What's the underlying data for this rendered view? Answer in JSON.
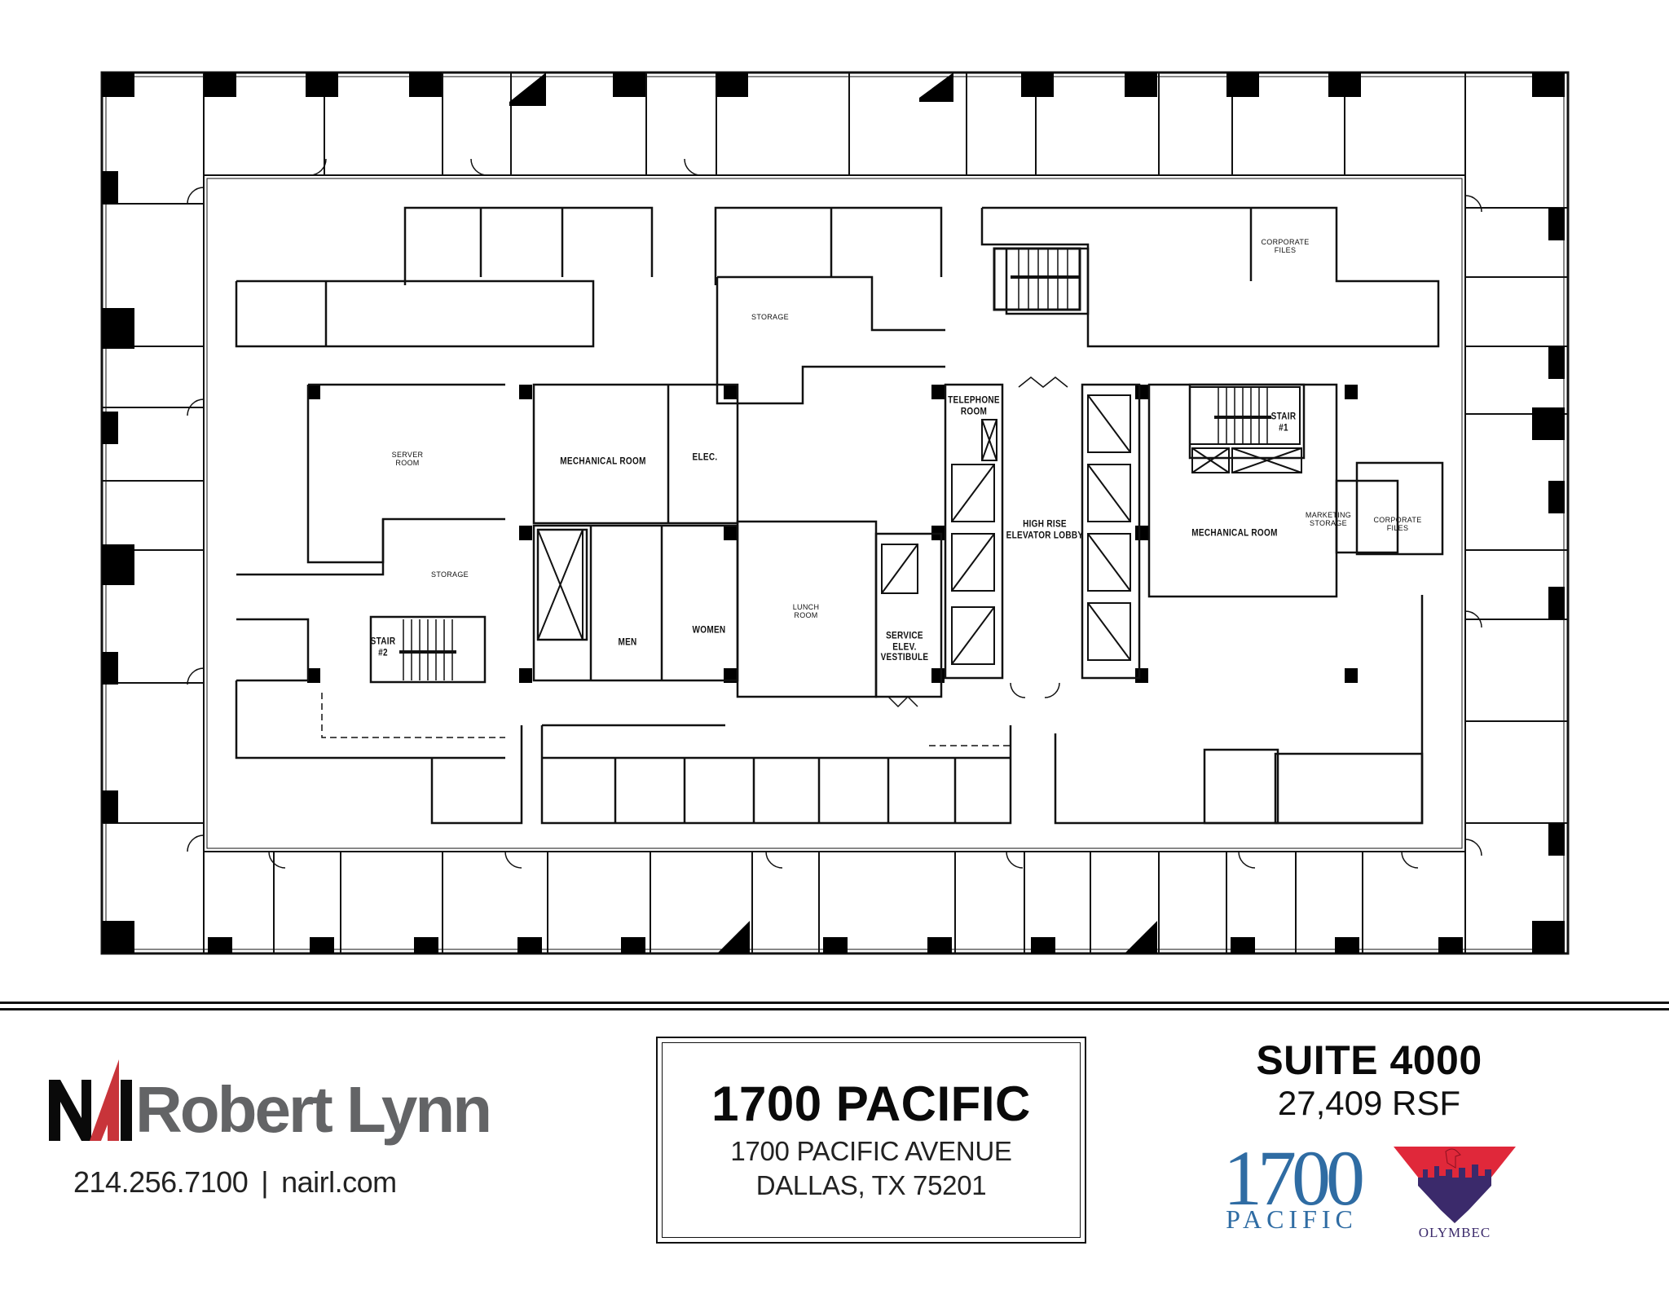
{
  "floor_plan": {
    "rooms": [
      {
        "id": "server-room",
        "label": "SERVER\nROOM",
        "style": "light"
      },
      {
        "id": "storage-left",
        "label": "STORAGE",
        "style": "light"
      },
      {
        "id": "storage-top",
        "label": "STORAGE",
        "style": "light"
      },
      {
        "id": "mechanical-room-left",
        "label": "MECHANICAL ROOM",
        "style": "bold"
      },
      {
        "id": "elec",
        "label": "ELEC.",
        "style": "bold"
      },
      {
        "id": "men",
        "label": "MEN",
        "style": "bold"
      },
      {
        "id": "women",
        "label": "WOMEN",
        "style": "bold"
      },
      {
        "id": "stair-2",
        "label": "STAIR\n#2",
        "style": "bold"
      },
      {
        "id": "lunch-room",
        "label": "LUNCH\nROOM",
        "style": "light"
      },
      {
        "id": "service-elev-vestibule",
        "label": "SERVICE\nELEV.\nVESTIBULE",
        "style": "bold"
      },
      {
        "id": "telephone-room",
        "label": "TELEPHONE\nROOM",
        "style": "bold"
      },
      {
        "id": "high-rise-elevator-lobby",
        "label": "HIGH RISE\nELEVATOR LOBBY",
        "style": "bold"
      },
      {
        "id": "mechanical-room-right",
        "label": "MECHANICAL ROOM",
        "style": "bold"
      },
      {
        "id": "stair-1",
        "label": "STAIR\n#1",
        "style": "bold"
      },
      {
        "id": "marketing-storage",
        "label": "MARKETING\nSTORAGE",
        "style": "light"
      },
      {
        "id": "corporate-files-right",
        "label": "CORPORATE\nFILES",
        "style": "light"
      },
      {
        "id": "corporate-files-top",
        "label": "CORPORATE\nFILES",
        "style": "light"
      }
    ]
  },
  "broker": {
    "logo_mark": "NAI",
    "name": "Robert Lynn",
    "phone": "214.256.7100",
    "separator": "|",
    "website": "nairl.com",
    "colors": {
      "black": "#0a0a0a",
      "red": "#c8343a",
      "gray": "#636466"
    }
  },
  "property": {
    "name": "1700 PACIFIC",
    "address_line1": "1700 PACIFIC AVENUE",
    "address_line2": "DALLAS, TX 75201"
  },
  "suite": {
    "title": "SUITE 4000",
    "area": "27,409 RSF"
  },
  "logos": {
    "building": {
      "number": "1700",
      "word": "PACIFIC",
      "color": "#2f6ca3"
    },
    "owner": {
      "name": "OLYMBEC",
      "colors": {
        "red": "#e0283a",
        "orange": "#f28c28",
        "purple": "#3b2a6b"
      }
    }
  }
}
